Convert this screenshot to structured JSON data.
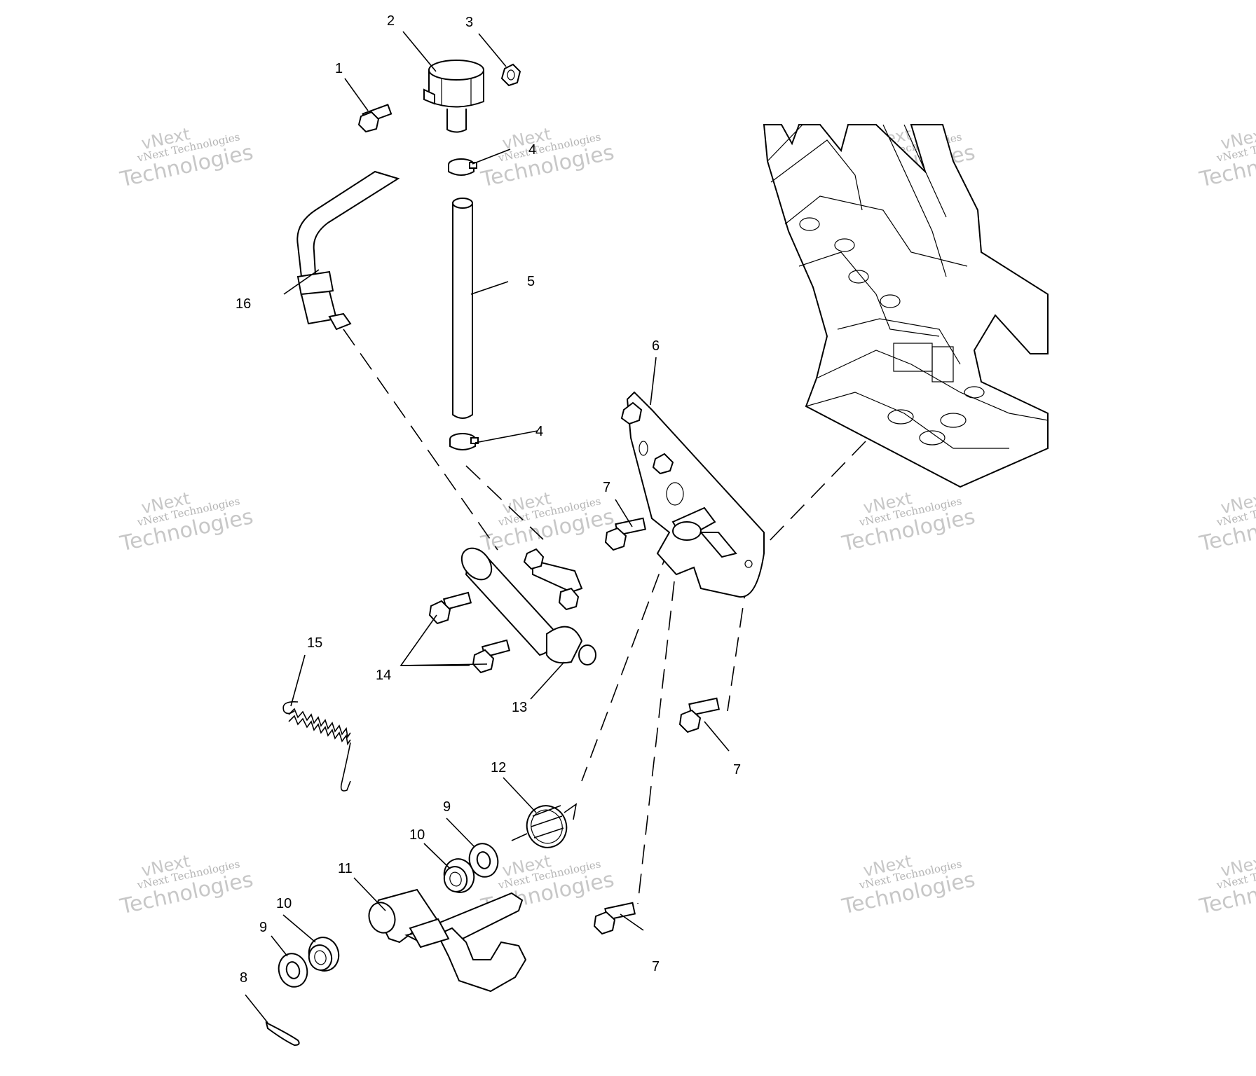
{
  "callouts": [
    {
      "id": "c1",
      "label": "1"
    },
    {
      "id": "c2",
      "label": "2"
    },
    {
      "id": "c3",
      "label": "3"
    },
    {
      "id": "c4a",
      "label": "4"
    },
    {
      "id": "c4b",
      "label": "4"
    },
    {
      "id": "c5",
      "label": "5"
    },
    {
      "id": "c6",
      "label": "6"
    },
    {
      "id": "c7a",
      "label": "7"
    },
    {
      "id": "c7b",
      "label": "7"
    },
    {
      "id": "c7c",
      "label": "7"
    },
    {
      "id": "c8",
      "label": "8"
    },
    {
      "id": "c9a",
      "label": "9"
    },
    {
      "id": "c9b",
      "label": "9"
    },
    {
      "id": "c10a",
      "label": "10"
    },
    {
      "id": "c10b",
      "label": "10"
    },
    {
      "id": "c11",
      "label": "11"
    },
    {
      "id": "c12",
      "label": "12"
    },
    {
      "id": "c13",
      "label": "13"
    },
    {
      "id": "c14",
      "label": "14"
    },
    {
      "id": "c15",
      "label": "15"
    },
    {
      "id": "c16",
      "label": "16"
    }
  ],
  "watermark": {
    "line1": "vNext",
    "line2": "vNext Technologies",
    "line3": "Technologies"
  }
}
